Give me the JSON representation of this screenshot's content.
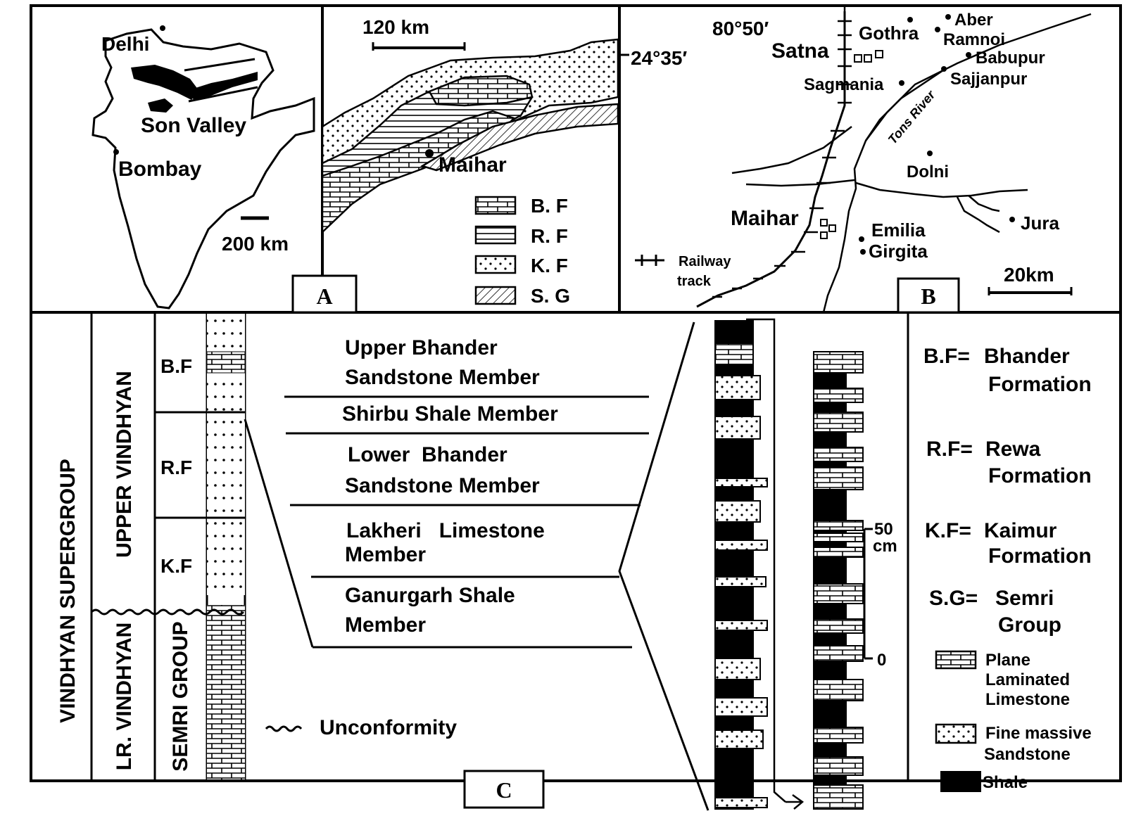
{
  "panel_a": {
    "india_map": {
      "delhi": "Delhi",
      "son_valley": "Son Valley",
      "bombay": "Bombay",
      "scale": "200 km"
    },
    "geology_map": {
      "scale": "120 km",
      "maihar": "Maihar",
      "coord_lat": "24°35′"
    },
    "legend": [
      {
        "pattern": "brick",
        "label": "B. F"
      },
      {
        "pattern": "lines",
        "label": "R. F"
      },
      {
        "pattern": "dots",
        "label": "K. F"
      },
      {
        "pattern": "hatch",
        "label": "S. G"
      }
    ],
    "tag": "A"
  },
  "panel_b": {
    "coord_lon": "80°50′",
    "places": [
      "Satna",
      "Gothra",
      "Aber",
      "Ramnoi",
      "Babupur",
      "Sajjanpur",
      "Sagmania",
      "Dolni",
      "Maihar",
      "Emilia",
      "Girgita",
      "Jura"
    ],
    "river": "Tons River",
    "railway_label_1": "Railway",
    "railway_label_2": "track",
    "scale": "20km",
    "tag": "B"
  },
  "panel_c": {
    "supergroup": "VINDHYAN SUPERGROUP",
    "upper": "UPPER VINDHYAN",
    "lower": "LR. VINDHYAN",
    "formations": [
      "B.F",
      "R.F",
      "K.F"
    ],
    "semri": "SEMRI GROUP",
    "members": [
      {
        "line1": "Upper Bhander",
        "line2": "Sandstone Member"
      },
      {
        "line1": "Shirbu Shale Member",
        "line2": ""
      },
      {
        "line1": "Lower  Bhander",
        "line2": "Sandstone Member"
      },
      {
        "line1": "Lakheri   Limestone",
        "line2": "Member"
      },
      {
        "line1": "Ganurgarh Shale",
        "line2": "Member"
      }
    ],
    "unconformity": "Unconformity",
    "scale_top_1": "50",
    "scale_top_2": "cm",
    "scale_bottom": "0",
    "tag": "C"
  },
  "legend_text": {
    "bf_abbr": "B.F=",
    "bf_1": "Bhander",
    "bf_2": "Formation",
    "rf_abbr": "R.F=",
    "rf_1": "Rewa",
    "rf_2": "Formation",
    "kf_abbr": "K.F=",
    "kf_1": "Kaimur",
    "kf_2": "Formation",
    "sg_abbr": "S.G=",
    "sg_1": "Semri",
    "sg_2": "Group",
    "lime_1": "Plane",
    "lime_2": "Laminated",
    "lime_3": "Limestone",
    "sand_1": "Fine massive",
    "sand_2": "Sandstone",
    "shale": "Shale"
  }
}
